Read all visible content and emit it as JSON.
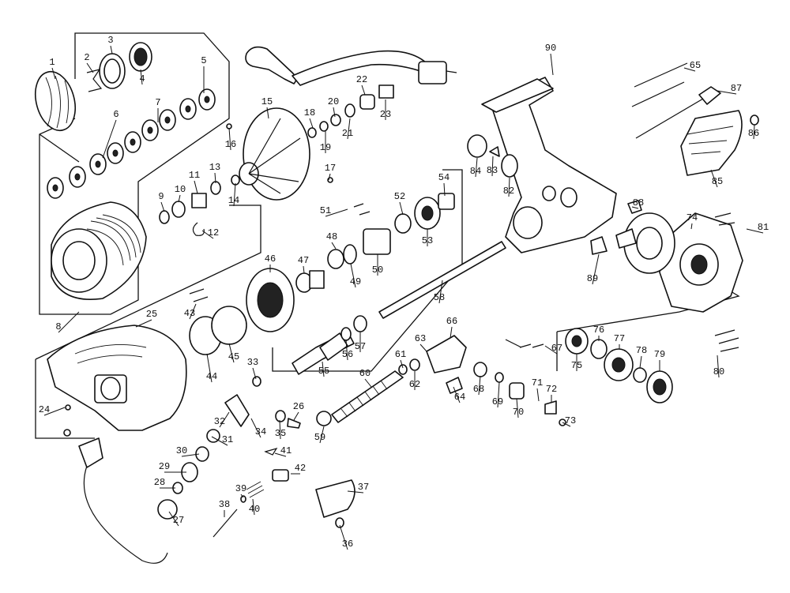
{
  "diagram": {
    "title": "",
    "callouts": [
      "1",
      "2",
      "3",
      "4",
      "5",
      "6",
      "7",
      "8",
      "9",
      "10",
      "11",
      "12",
      "13",
      "14",
      "15",
      "16",
      "17",
      "18",
      "19",
      "20",
      "21",
      "22",
      "23",
      "24",
      "25",
      "26",
      "27",
      "28",
      "29",
      "30",
      "31",
      "32",
      "33",
      "34",
      "35",
      "36",
      "37",
      "38",
      "39",
      "40",
      "41",
      "42",
      "43",
      "44",
      "45",
      "46",
      "47",
      "48",
      "49",
      "50",
      "51",
      "52",
      "53",
      "54",
      "55",
      "56",
      "57",
      "58",
      "59",
      "60",
      "61",
      "62",
      "63",
      "64",
      "65",
      "66",
      "67",
      "68",
      "69",
      "70",
      "71",
      "72",
      "73",
      "74",
      "75",
      "76",
      "77",
      "78",
      "79",
      "80",
      "81",
      "82",
      "83",
      "84",
      "85",
      "86",
      "87",
      "88",
      "89",
      "90"
    ]
  }
}
